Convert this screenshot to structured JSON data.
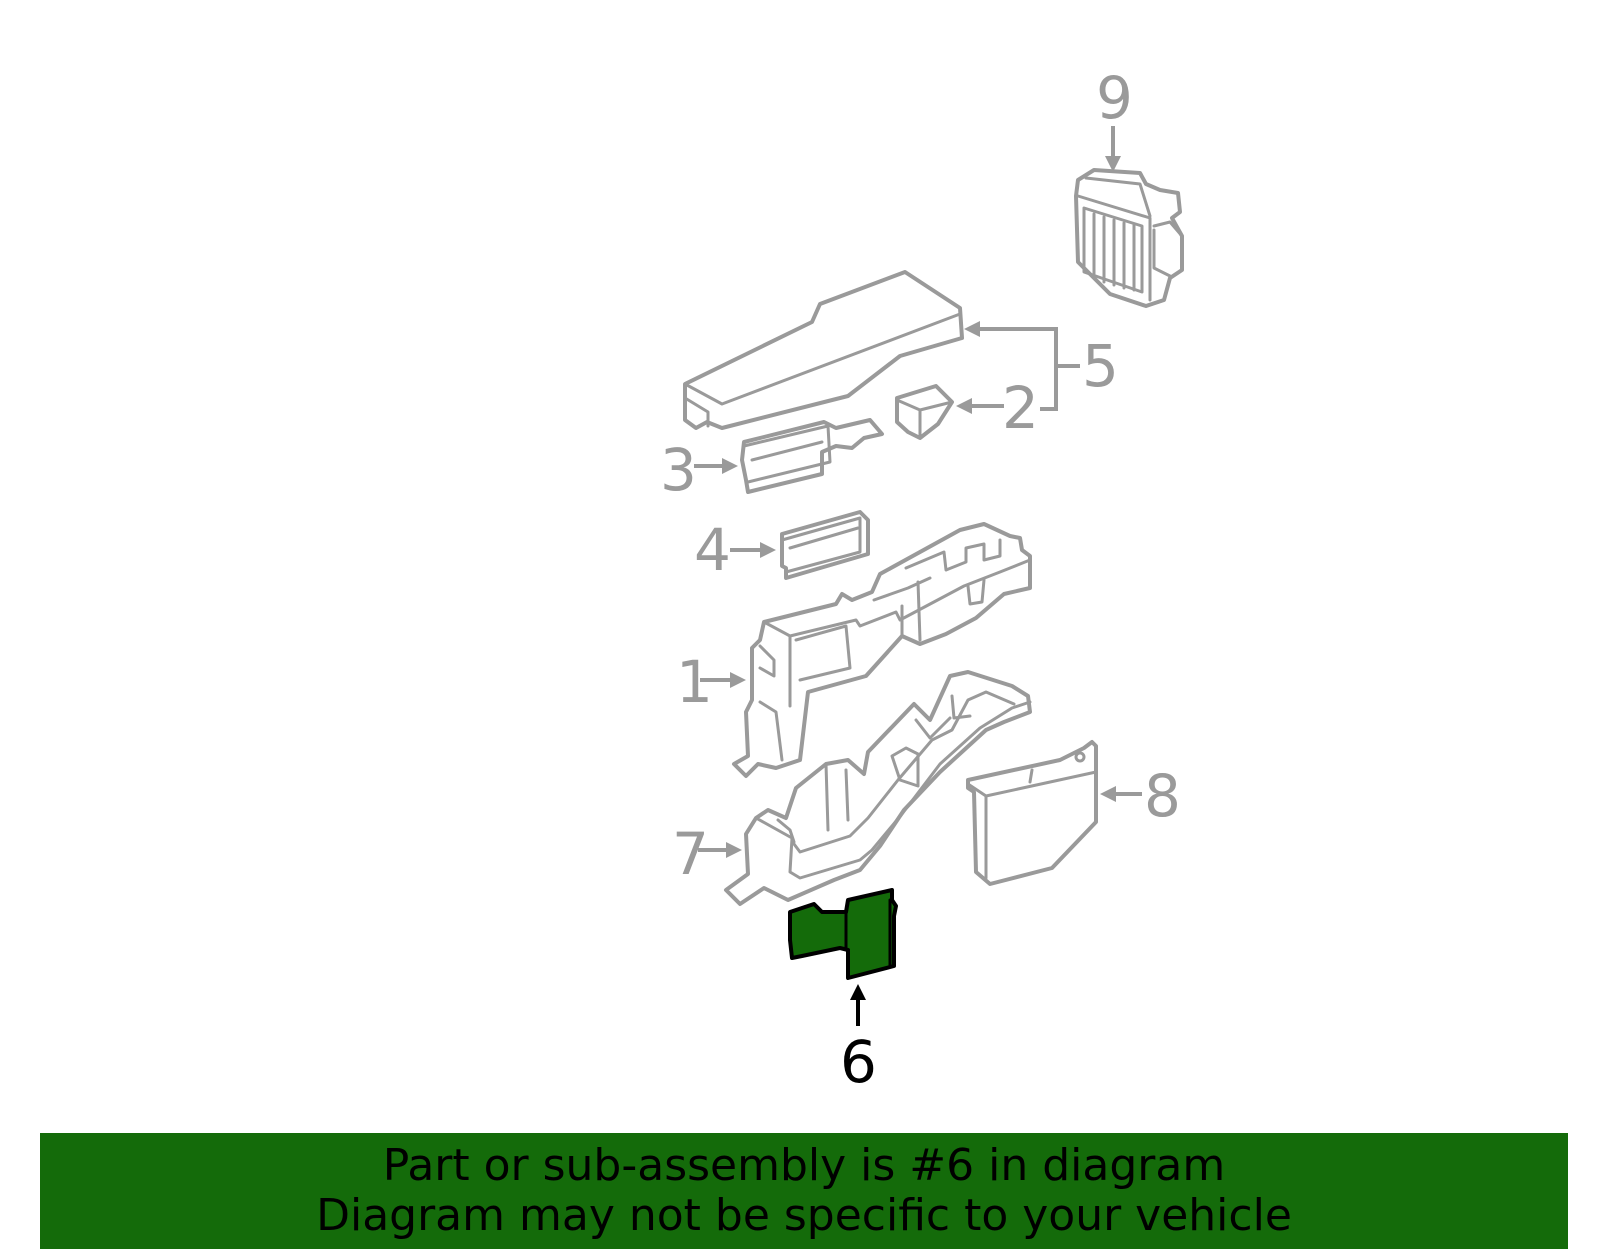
{
  "diagram": {
    "callouts": {
      "c1": "1",
      "c2": "2",
      "c3": "3",
      "c4": "4",
      "c5": "5",
      "c6": "6",
      "c7": "7",
      "c8": "8",
      "c9": "9"
    },
    "highlighted_part": "6",
    "colors": {
      "highlight": "#146b0a",
      "line": "#9a9a9a"
    }
  },
  "banner": {
    "line1": "Part or sub-assembly is #6 in diagram",
    "line2": "Diagram may not be specific to your vehicle"
  }
}
